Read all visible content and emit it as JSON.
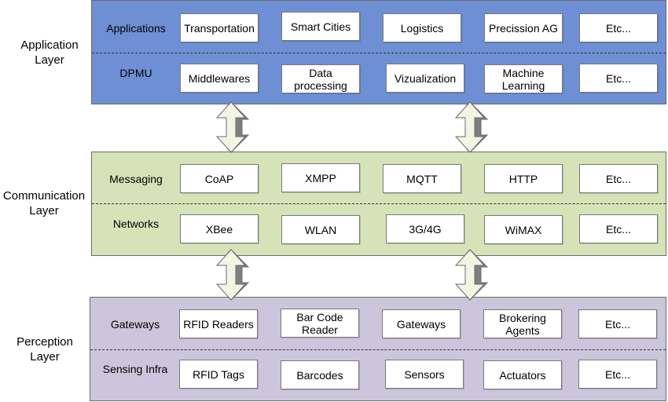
{
  "layers": [
    {
      "name": "Application\nLayer",
      "color": "#6e8fd4",
      "rows": [
        {
          "label": "Applications",
          "items": [
            "Transportation",
            "Smart Cities",
            "Logistics",
            "Precission AG",
            "Etc..."
          ]
        },
        {
          "label": "DPMU",
          "items": [
            "Middlewares",
            "Data\nprocessing",
            "Vizualization",
            "Machine\nLearning",
            "Etc..."
          ]
        }
      ]
    },
    {
      "name": "Communication\nLayer",
      "color": "#d6e3b8",
      "rows": [
        {
          "label": "Messaging",
          "items": [
            "CoAP",
            "XMPP",
            "MQTT",
            "HTTP",
            "Etc..."
          ]
        },
        {
          "label": "Networks",
          "items": [
            "XBee",
            "WLAN",
            "3G/4G",
            "WiMAX",
            "Etc..."
          ]
        }
      ]
    },
    {
      "name": "Perception\nLayer",
      "color": "#ccc6dc",
      "rows": [
        {
          "label": "Gateways",
          "items": [
            "RFID Readers",
            "Bar Code\nReader",
            "Gateways",
            "Brokering\nAgents",
            "Etc..."
          ]
        },
        {
          "label": "Sensing Infra",
          "items": [
            "RFID Tags",
            "Barcodes",
            "Sensors",
            "Actuators",
            "Etc..."
          ]
        }
      ]
    }
  ],
  "arrow_colors": {
    "light": "#f2f5e4",
    "dark": "#7f7f7f",
    "outline": "#6b6b6b"
  }
}
